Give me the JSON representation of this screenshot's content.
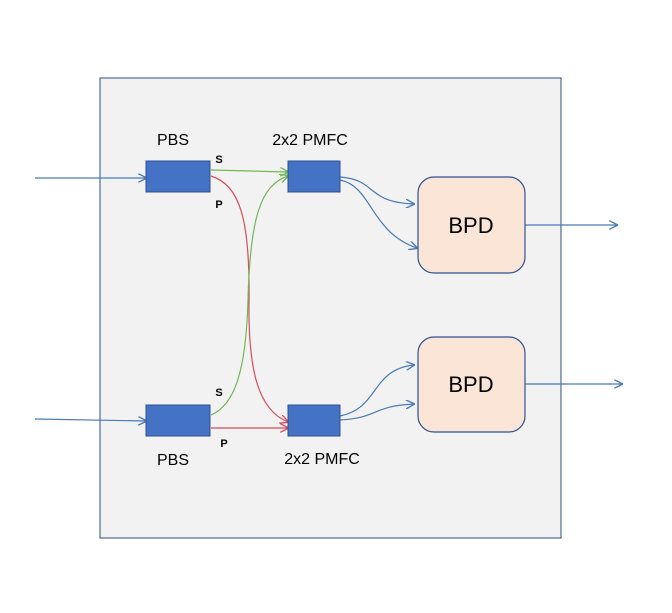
{
  "labels": {
    "pbs_top": "PBS",
    "pbs_bottom": "PBS",
    "pmfc_top": "2x2 PMFC",
    "pmfc_bottom": "2x2 PMFC",
    "pbs_top_s": "S",
    "pbs_top_p": "P",
    "pbs_bottom_s": "S",
    "pbs_bottom_p": "P",
    "bpd_top": "BPD",
    "bpd_bottom": "BPD"
  },
  "colors": {
    "enclosure_fill": "#f2f2f2",
    "enclosure_stroke": "#2f4f7f",
    "component_fill": "#4472c4",
    "component_stroke": "#2f528f",
    "bpd_fill": "#fbe5d6",
    "bpd_stroke": "#2f528f",
    "fiber_blue": "#4a7ab8",
    "s_path": "#70b854",
    "p_path": "#d94a5a"
  }
}
